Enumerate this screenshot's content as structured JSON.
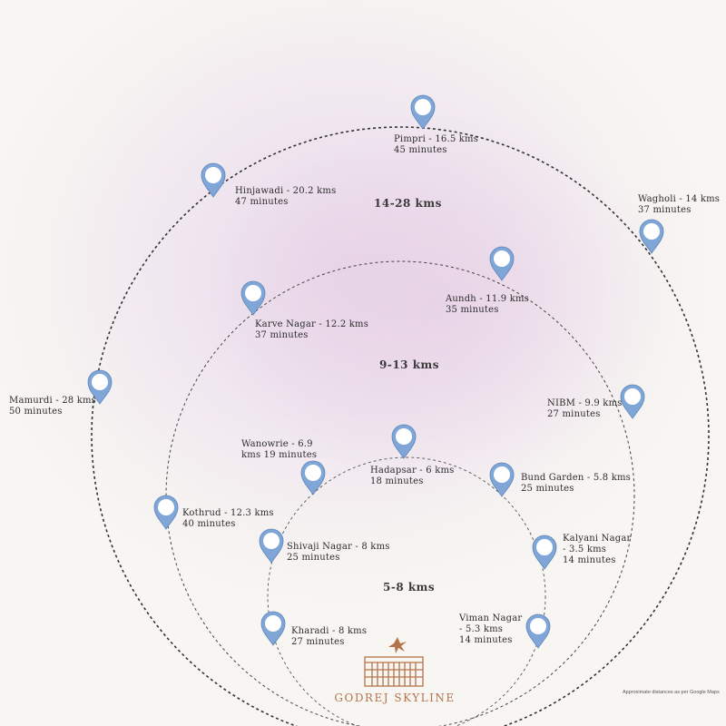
{
  "zones": {
    "outer": "14-28 kms",
    "middle": "9-13 kms",
    "inner": "5-8 kms"
  },
  "locations": [
    {
      "id": "pimpri",
      "name": "Pimpri - 16.5 kms",
      "time": "45 minutes"
    },
    {
      "id": "hinjawadi",
      "name": "Hinjawadi - 20.2 kms",
      "time": "47 minutes"
    },
    {
      "id": "wagholi",
      "name": "Wagholi - 14 kms",
      "time": "37 minutes"
    },
    {
      "id": "aundh",
      "name": "Aundh - 11.9 kms",
      "time": "35 minutes"
    },
    {
      "id": "karve-nagar",
      "name": "Karve Nagar - 12.2 kms",
      "time": "37 minutes"
    },
    {
      "id": "mamurdi",
      "name": "Mamurdi - 28 kms",
      "time": "50 minutes"
    },
    {
      "id": "nibm",
      "name": "NIBM - 9.9 kms",
      "time": "27 minutes"
    },
    {
      "id": "wanowrie",
      "name": "Wanowrie - 6.9",
      "time": "kms 19 minutes"
    },
    {
      "id": "hadapsar",
      "name": "Hadapsar - 6 kms",
      "time": "18 minutes"
    },
    {
      "id": "bund-garden",
      "name": "Bund Garden - 5.8 kms",
      "time": "25 minutes"
    },
    {
      "id": "kothrud",
      "name": "Kothrud - 12.3 kms",
      "time": "40 minutes"
    },
    {
      "id": "shivaji-nagar",
      "name": "Shivaji Nagar - 8 kms",
      "time": "25 minutes"
    },
    {
      "id": "kalyani-nagar",
      "name": "Kalyani Nagar",
      "time": "- 3.5 kms",
      "time2": "14 minutes"
    },
    {
      "id": "kharadi",
      "name": "Kharadi - 8 kms",
      "time": "27 minutes"
    },
    {
      "id": "viman-nagar",
      "name": "Viman Nagar",
      "time": "- 5.3 kms",
      "time2": "14 minutes"
    }
  ],
  "brand": {
    "name": "GODREJ SKYLINE",
    "logo": "godrej-skyline-logo"
  },
  "note": "Approximate distances as per Google Maps",
  "colors": {
    "pin": "#7fa6d6",
    "ring": "#333333",
    "brand": "#b5734a"
  }
}
